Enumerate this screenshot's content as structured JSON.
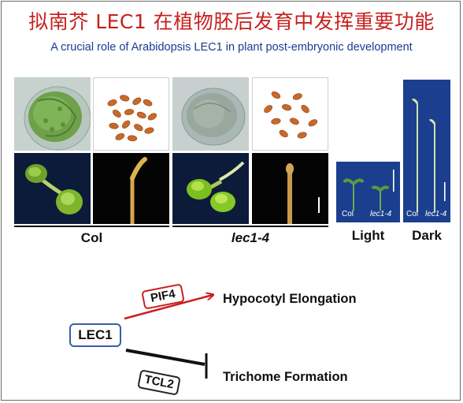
{
  "title_cn": "拟南芥 LEC1 在植物胚后发育中发挥重要功能",
  "title_en": "A crucial role of Arabidopsis LEC1 in plant post-embryonic development",
  "genotypes": {
    "col": "Col",
    "mutant": "lec1-4"
  },
  "conditions": {
    "light": "Light",
    "dark": "Dark"
  },
  "seedling_labels": {
    "light_col": "Col",
    "light_mutant": "lec1-4",
    "dark_col": "Col",
    "dark_mutant": "lec1-4"
  },
  "pathway": {
    "regulator": "LEC1",
    "activator": "PIF4",
    "repressor": "TCL2",
    "promoted_process": "Hypocotyl Elongation",
    "inhibited_process": "Trichome Formation"
  },
  "colors": {
    "title_red": "#c8201f",
    "subtitle_blue": "#1b3a93",
    "lec1_border": "#3b5ea8",
    "activation_arrow": "#c8201f",
    "repression_bar": "#111111"
  }
}
